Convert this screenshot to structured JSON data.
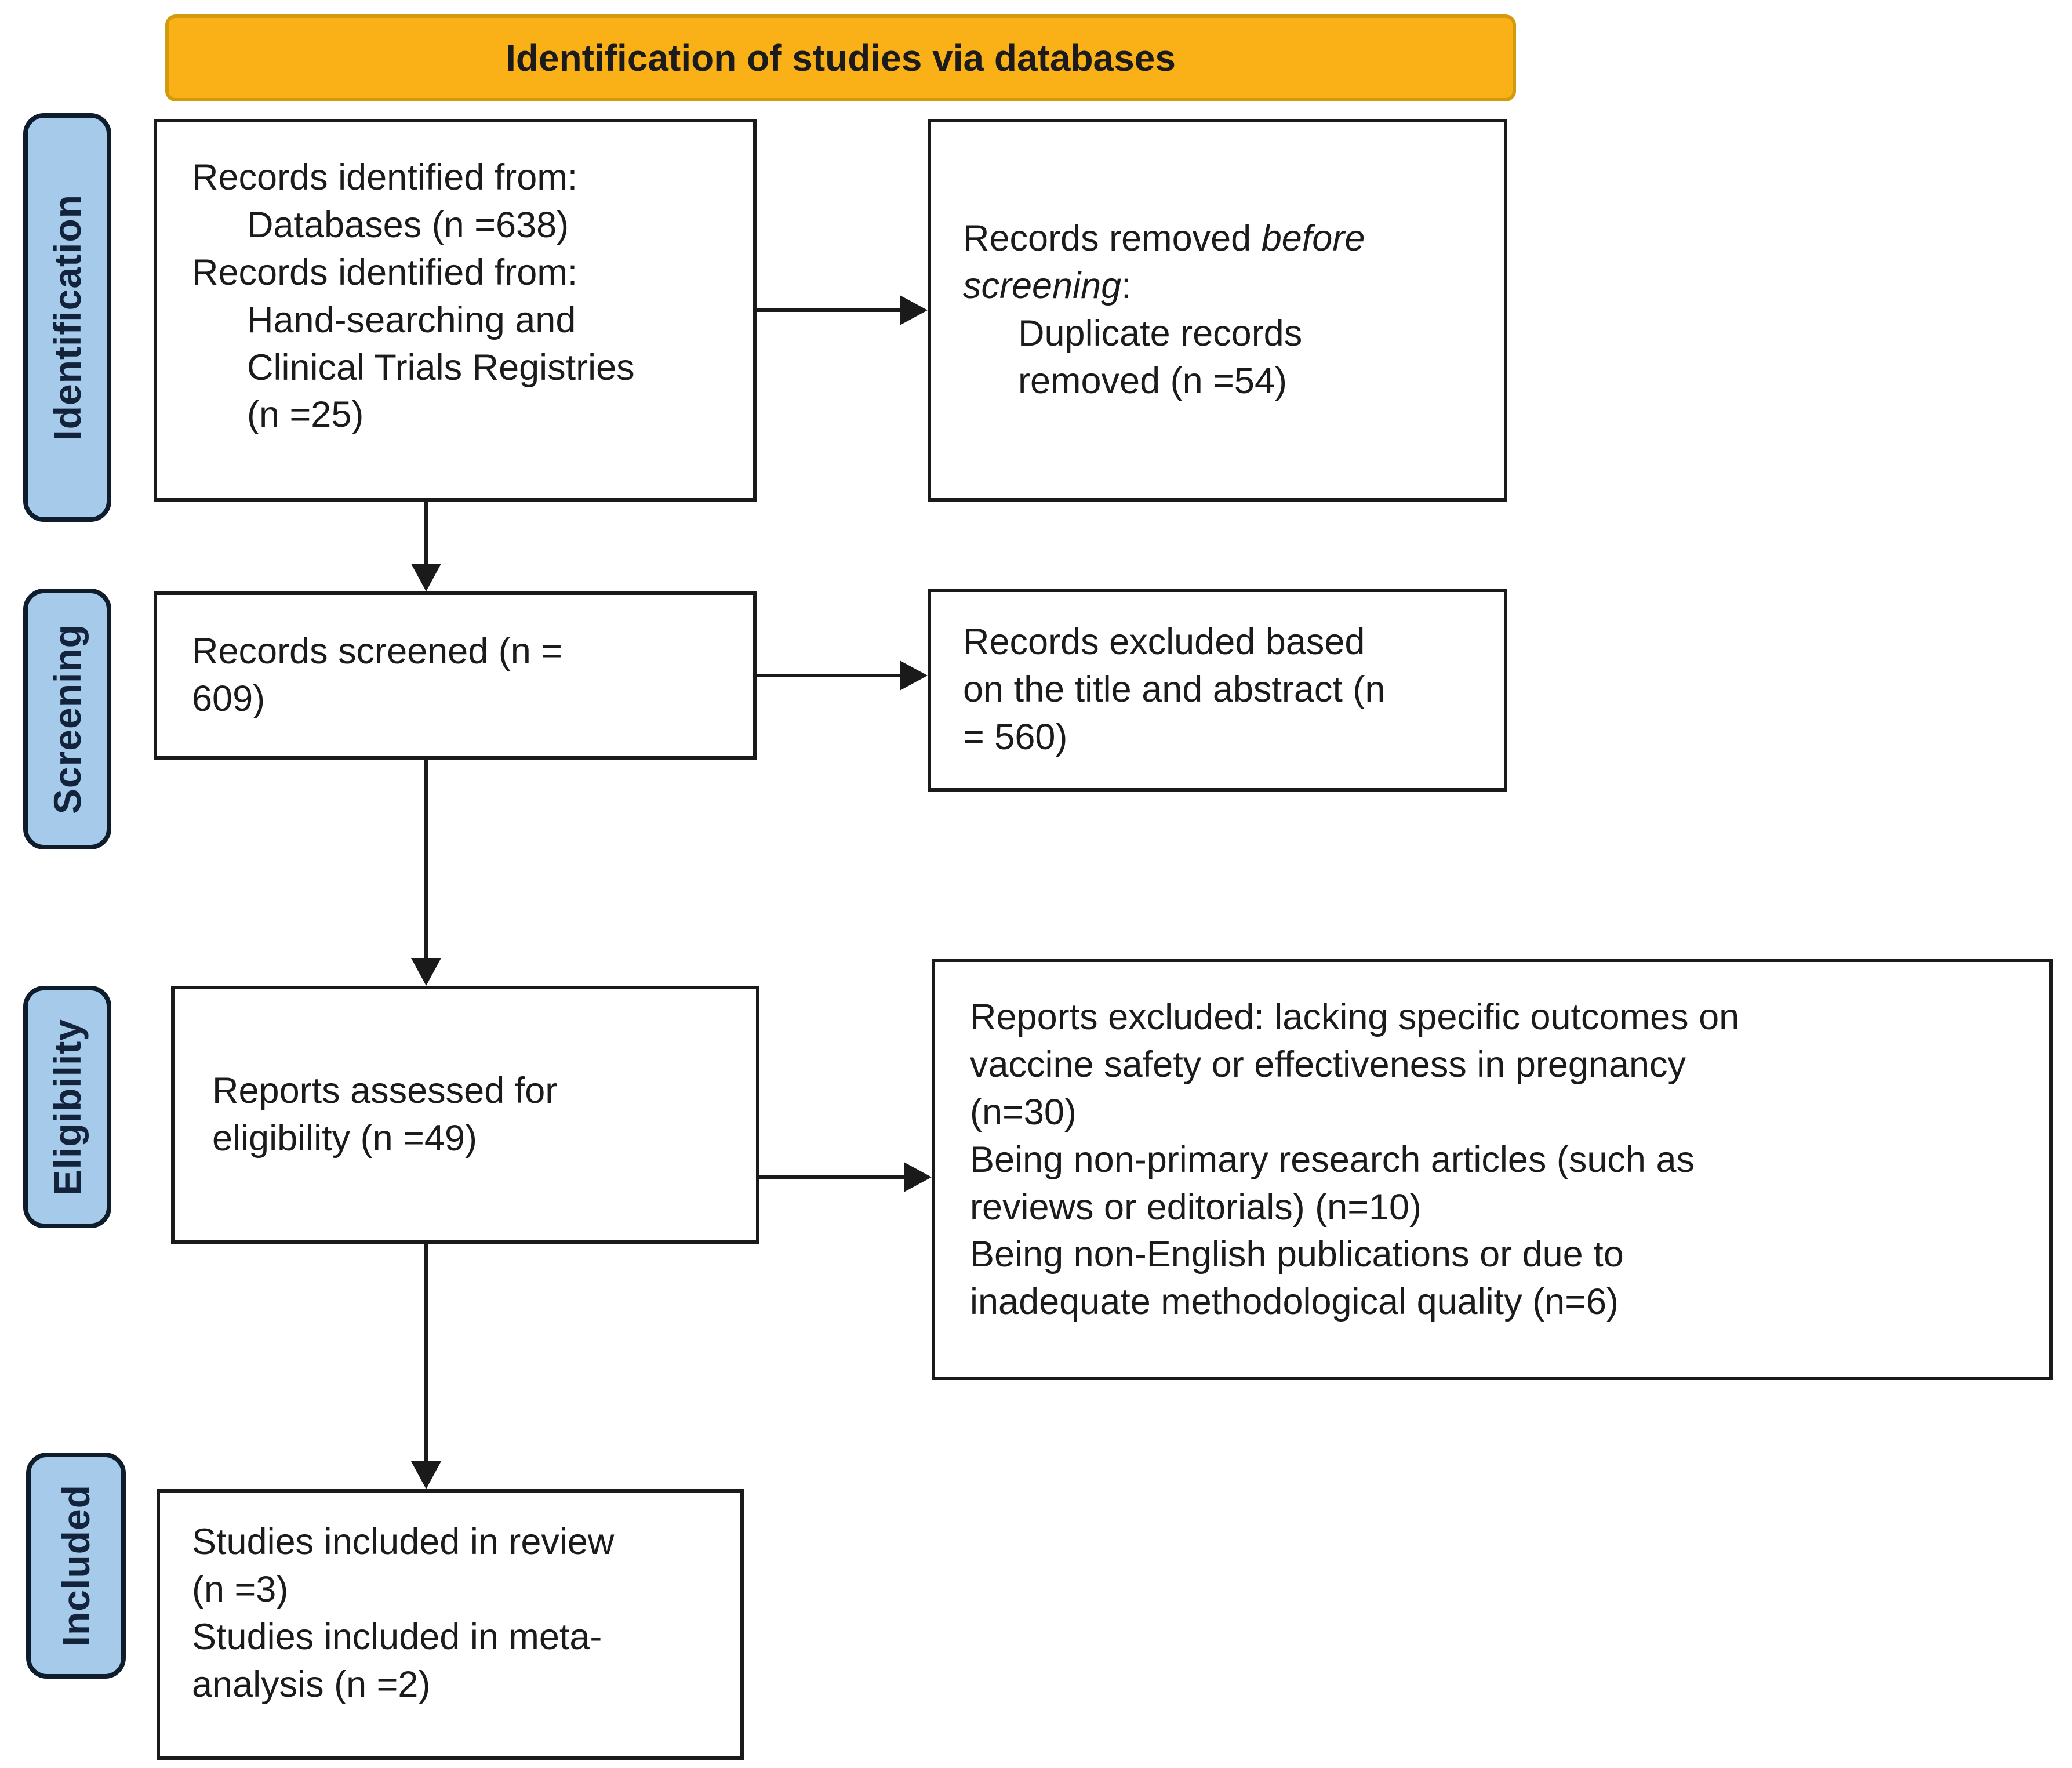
{
  "banner": {
    "label": "Identification of studies via databases"
  },
  "stages": [
    {
      "id": "identification",
      "label": "Identification"
    },
    {
      "id": "screening",
      "label": "Screening"
    },
    {
      "id": "eligibility",
      "label": "Eligibility"
    },
    {
      "id": "included",
      "label": "Included"
    }
  ],
  "boxes": {
    "records_identified": {
      "lines": [
        {
          "text": "Records identified from:",
          "indent": false
        },
        {
          "text": "Databases (n =638)",
          "indent": true
        },
        {
          "text": "Records identified from:",
          "indent": false
        },
        {
          "text": "Hand-searching and",
          "indent": true
        },
        {
          "text": "Clinical Trials Registries",
          "indent": true
        },
        {
          "text": "(n =25)",
          "indent": true
        }
      ]
    },
    "records_removed": {
      "lines": [
        {
          "text": "Records removed *before*",
          "indent": false
        },
        {
          "text": "*screening*:",
          "indent": false
        },
        {
          "text": "Duplicate records",
          "indent": true
        },
        {
          "text": "removed (n =54)",
          "indent": true
        }
      ]
    },
    "records_screened": {
      "lines": [
        {
          "text": "Records screened (n =",
          "indent": false
        },
        {
          "text": "609)",
          "indent": false
        }
      ]
    },
    "records_excluded": {
      "lines": [
        {
          "text": "Records excluded based",
          "indent": false
        },
        {
          "text": "on the title and abstract (n",
          "indent": false
        },
        {
          "text": "= 560)",
          "indent": false
        }
      ]
    },
    "reports_assessed": {
      "lines": [
        {
          "text": "Reports assessed for",
          "indent": false
        },
        {
          "text": "eligibility (n =49)",
          "indent": false
        }
      ]
    },
    "reports_excluded": {
      "lines": [
        {
          "text": "Reports excluded: lacking specific outcomes on",
          "indent": false
        },
        {
          "text": "vaccine safety or effectiveness in pregnancy",
          "indent": false
        },
        {
          "text": "(n=30)",
          "indent": false
        },
        {
          "text": "Being non-primary research articles (such as",
          "indent": false
        },
        {
          "text": "reviews or editorials) (n=10)",
          "indent": false
        },
        {
          "text": "Being non-English publications or due to",
          "indent": false
        },
        {
          "text": "inadequate methodological quality (n=6)",
          "indent": false
        }
      ]
    },
    "studies_included": {
      "lines": [
        {
          "text": "Studies included in review",
          "indent": false
        },
        {
          "text": "(n =3)",
          "indent": false
        },
        {
          "text": "Studies included in meta-",
          "indent": false
        },
        {
          "text": "analysis (n =2)",
          "indent": false
        }
      ]
    }
  },
  "colors": {
    "banner_bg": "#FAB117",
    "banner_border": "#D39A0B",
    "stage_bg": "#A6CAE9",
    "stage_border": "#0E1C2C",
    "stage_text": "#13233B",
    "box_border": "#1A1A1A",
    "arrow": "#1A1A1A",
    "text": "#1B1B1B"
  }
}
